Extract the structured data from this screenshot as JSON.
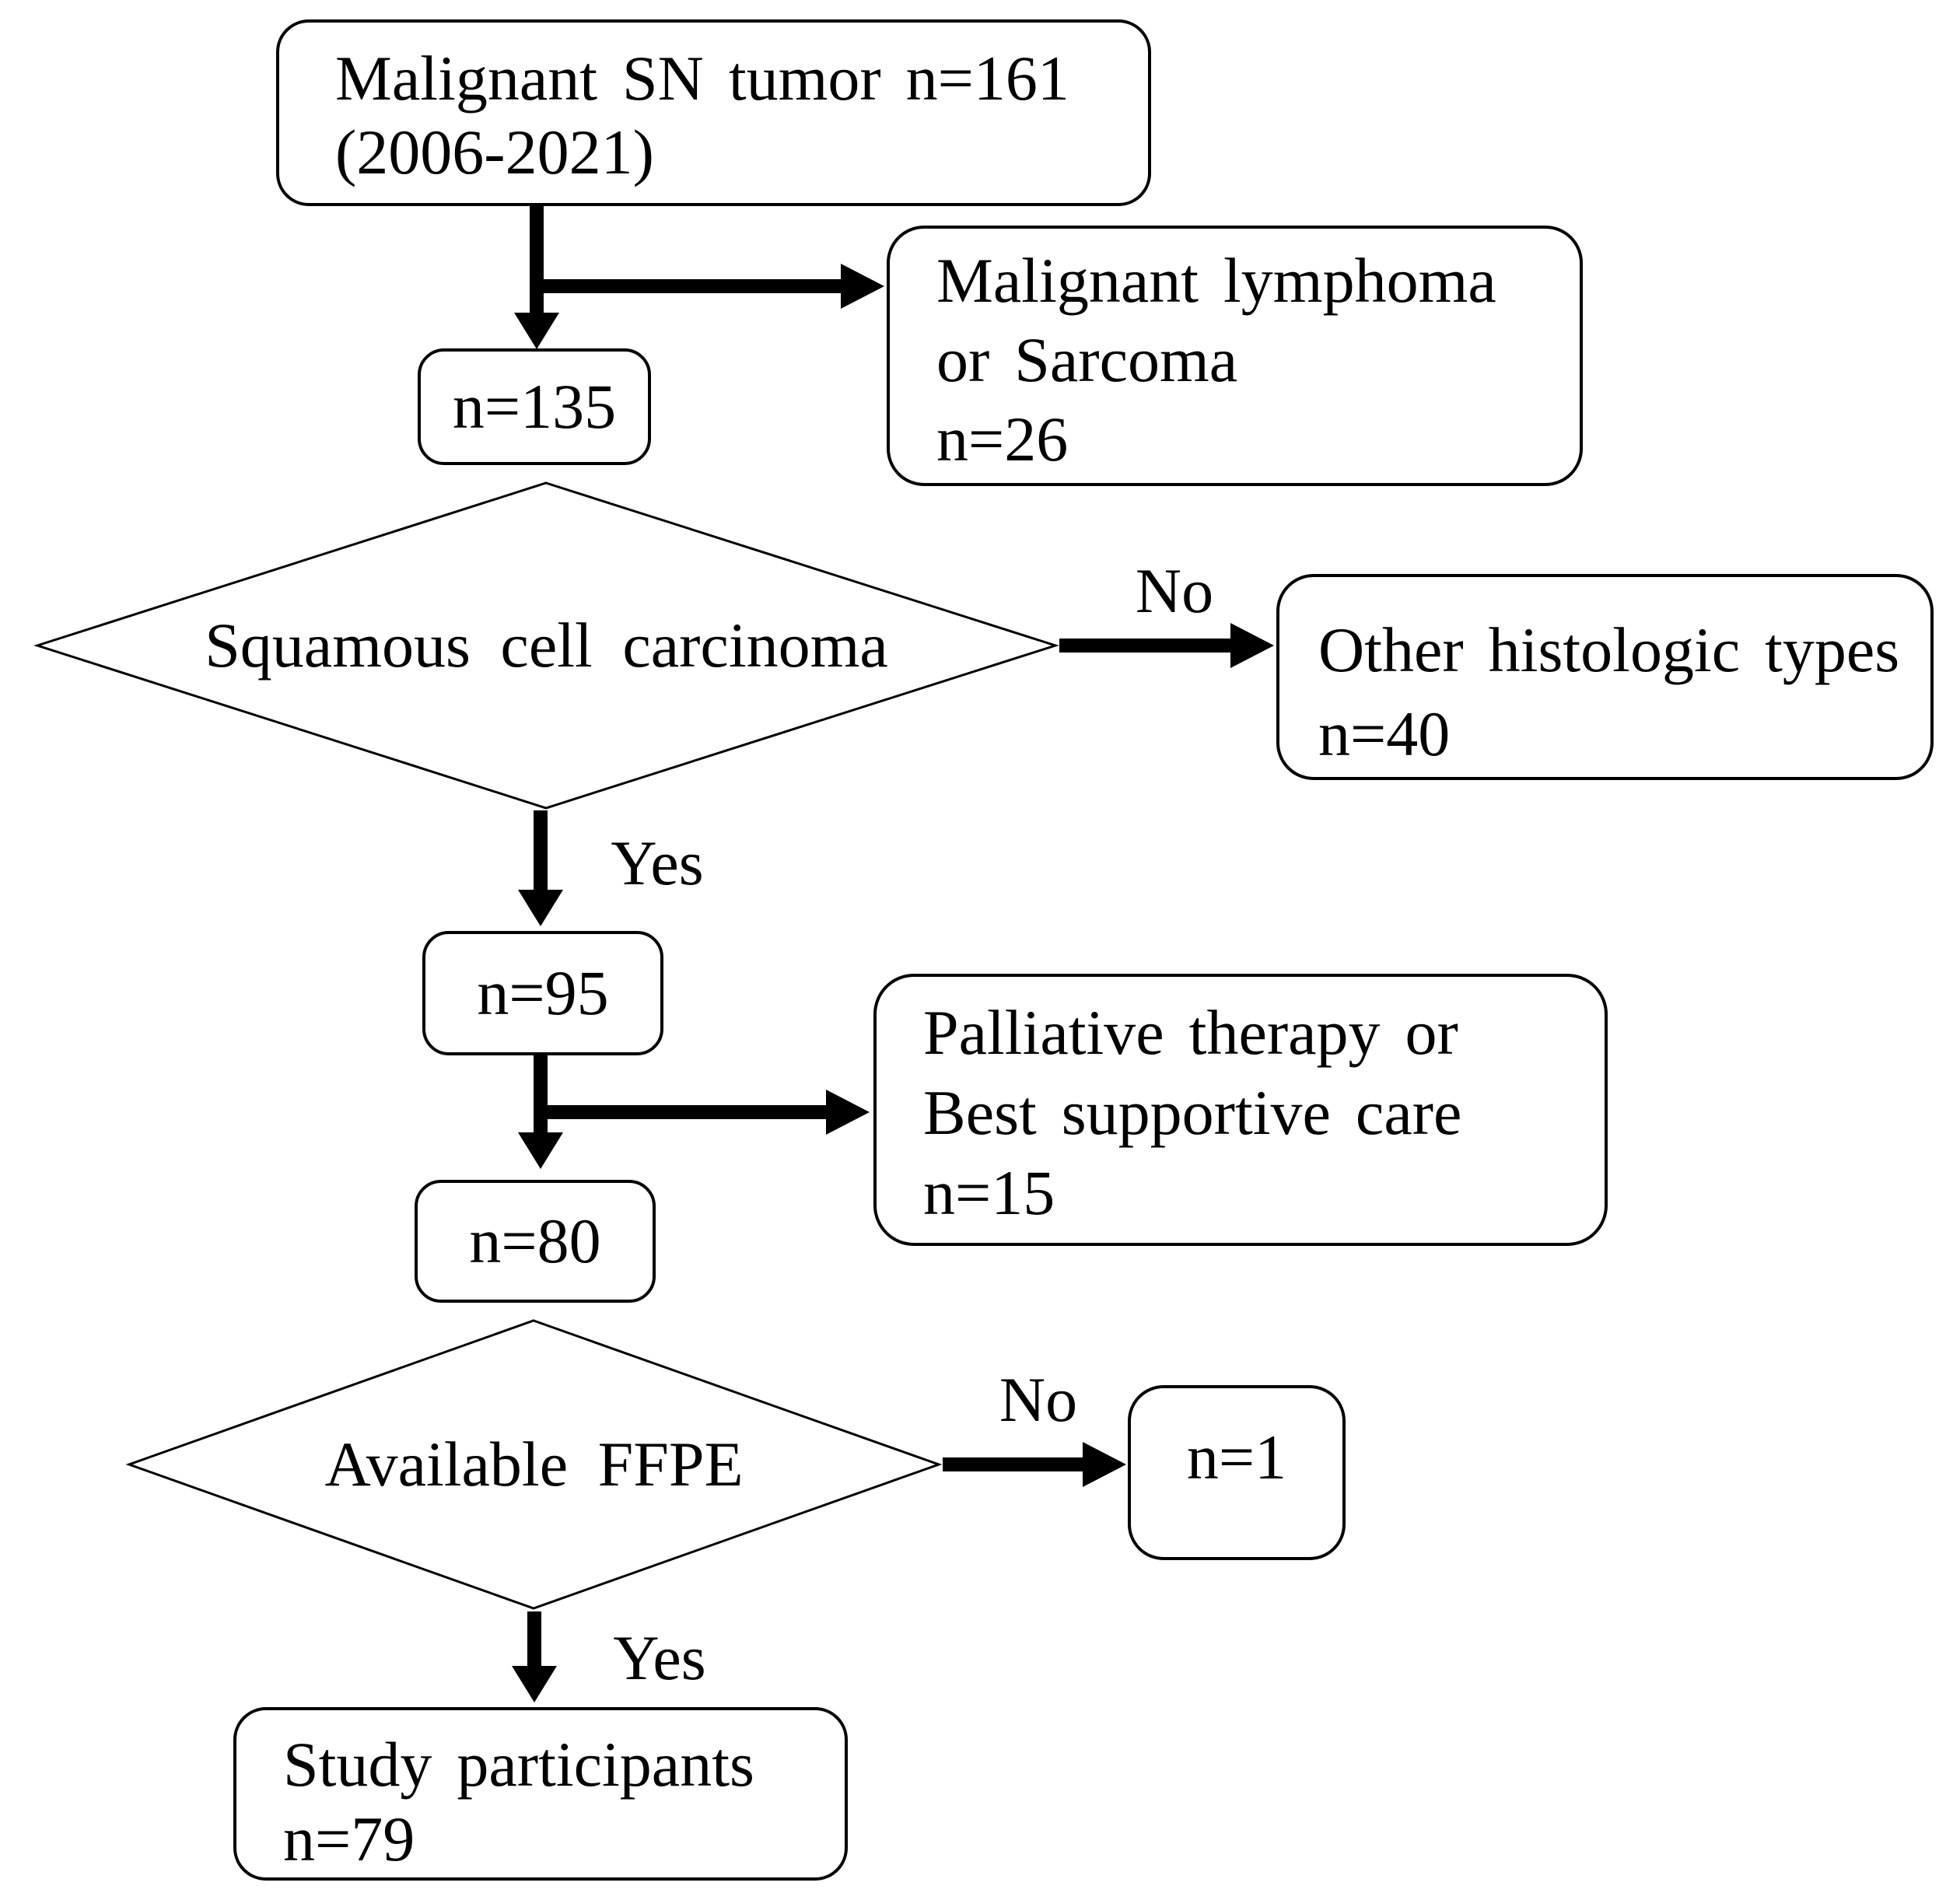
{
  "flowchart": {
    "nodes": {
      "start": {
        "line1": "Malignant SN tumor n=161",
        "line2": "(2006-2021)"
      },
      "excl_lymphoma": {
        "line1": "Malignant lymphoma",
        "line2": "or Sarcoma",
        "line3": "n=26"
      },
      "n135": {
        "label": "n=135"
      },
      "decision_scc": {
        "label": "Squamous cell carcinoma"
      },
      "excl_other": {
        "line1": "Other histologic types",
        "line2": "n=40"
      },
      "n95": {
        "label": "n=95"
      },
      "excl_palliative": {
        "line1": "Palliative therapy or",
        "line2": "Best supportive care",
        "line3": "n=15"
      },
      "n80": {
        "label": "n=80"
      },
      "decision_ffpe": {
        "label": "Available FFPE"
      },
      "excl_ffpe": {
        "label": "n=1"
      },
      "study": {
        "line1": "Study participants",
        "line2": "n=79"
      }
    },
    "edge_labels": {
      "scc_no": "No",
      "scc_yes": "Yes",
      "ffpe_no": "No",
      "ffpe_yes": "Yes"
    },
    "colors": {
      "stroke": "#000000",
      "text": "#000000",
      "background": "#ffffff"
    }
  }
}
